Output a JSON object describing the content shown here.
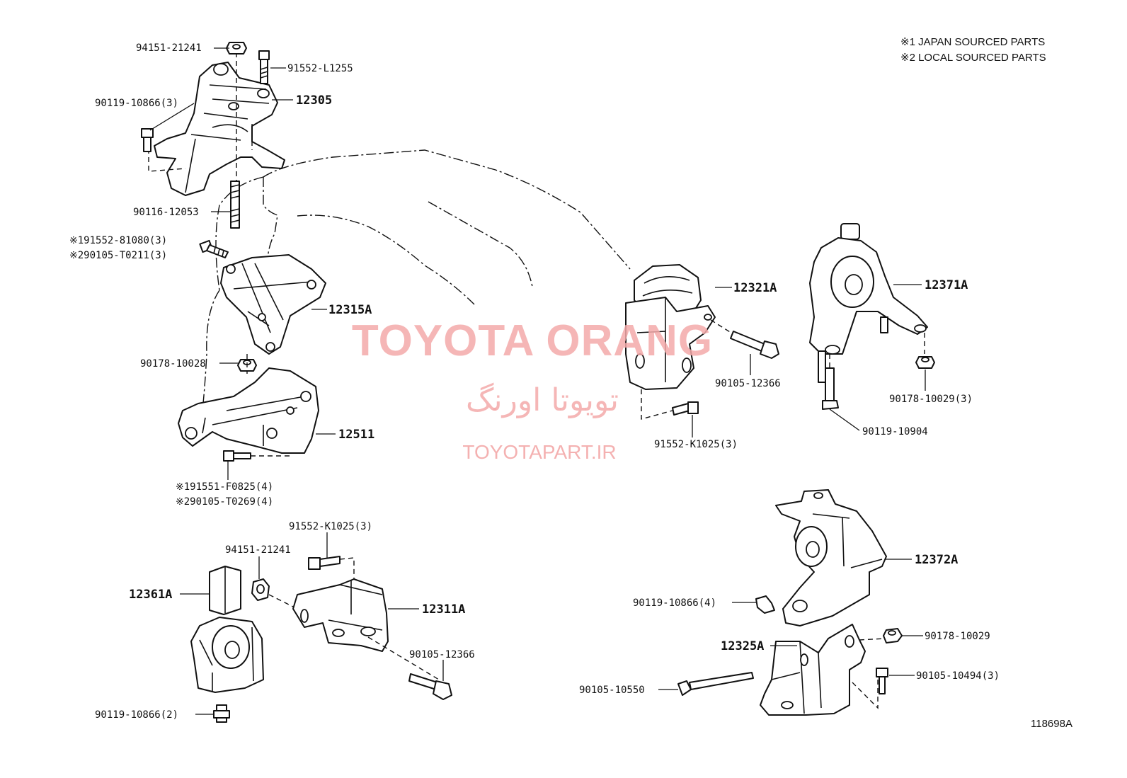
{
  "legend": {
    "line1": "※1 JAPAN SOURCED PARTS",
    "line2": "※2 LOCAL SOURCED PARTS"
  },
  "document_id": "118698A",
  "watermark": {
    "brand": "TOYOTA ORANG",
    "brand_fa": "تویوتا اورنگ",
    "site": "TOYOTAPART.IR"
  },
  "labels": {
    "p94151_21241_top": "94151-21241",
    "p91552_L1255": "91552-L1255",
    "p90119_10866_3": "90119-10866(3)",
    "p12305": "12305",
    "p90116_12053": "90116-12053",
    "p91552_81080": "※191552-81080(3)",
    "p90105_T0211": "※290105-T0211(3)",
    "p12315A": "12315A",
    "p90178_10028": "90178-10028",
    "p12511": "12511",
    "p91551_F0825": "※191551-F0825(4)",
    "p90105_T0269": "※290105-T0269(4)",
    "p91552_K1025_3_lower": "91552-K1025(3)",
    "p94151_21241_lower": "94151-21241",
    "p12361A": "12361A",
    "p12311A": "12311A",
    "p90105_12366_lower": "90105-12366",
    "p90119_10866_2": "90119-10866(2)",
    "p12321A": "12321A",
    "p90105_12366_mid": "90105-12366",
    "p91552_K1025_3_mid": "91552-K1025(3)",
    "p12371A": "12371A",
    "p90178_10029_3": "90178-10029(3)",
    "p90119_10904": "90119-10904",
    "p12372A": "12372A",
    "p90119_10866_4": "90119-10866(4)",
    "p12325A": "12325A",
    "p90178_10029": "90178-10029",
    "p90105_10494_3": "90105-10494(3)",
    "p90105_10550": "90105-10550"
  }
}
